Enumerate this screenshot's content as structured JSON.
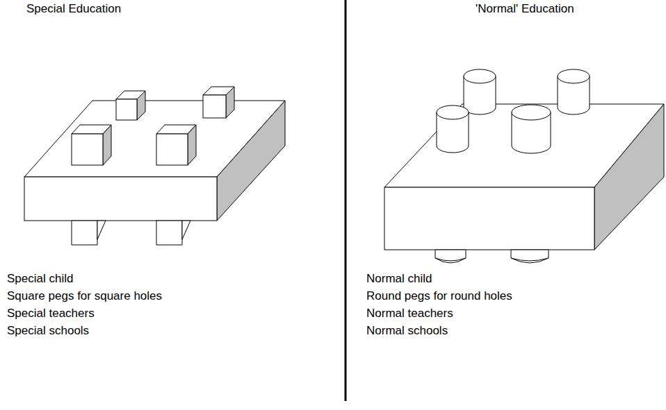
{
  "diagram": {
    "labels": [
      "Special Education",
      "'Normal' Education",
      "Special child",
      "Square pegs for square holes",
      "Special teachers",
      "Special schools",
      "Normal child",
      "Round pegs for round holes",
      "Normal teachers",
      "Normal schools"
    ]
  }
}
